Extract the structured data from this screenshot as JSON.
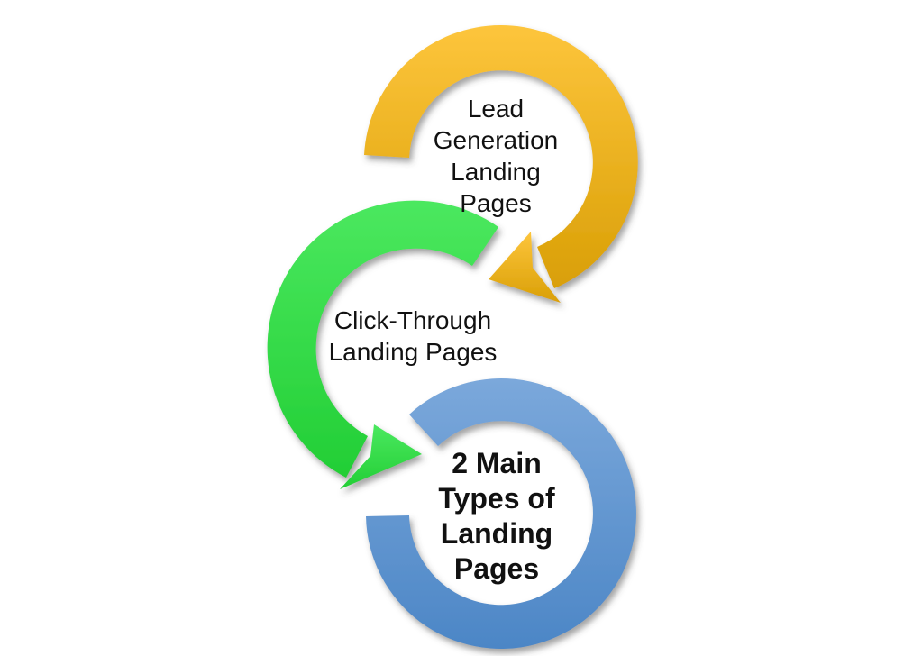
{
  "diagram": {
    "background_color": "#ffffff",
    "text_color": "#111111",
    "shadow_color": "#4a4a4a",
    "nodes": [
      {
        "id": "lead-generation-landing-pages",
        "label": "Lead Generation Landing Pages",
        "lines": [
          "Lead",
          "Generation",
          "Landing",
          "Pages"
        ],
        "shape": "circular-arrow",
        "color_light": "#FDC53C",
        "color_dark": "#D99F06"
      },
      {
        "id": "click-through-landing-pages",
        "label": "Click-Through Landing Pages",
        "lines": [
          "Click-Through",
          "Landing Pages"
        ],
        "shape": "circular-arrow",
        "color_light": "#4BE85F",
        "color_dark": "#22CE35"
      },
      {
        "id": "two-main-types-of-landing-pages",
        "label": "2 Main Types of Landing Pages",
        "lines": [
          "2 Main",
          "Types of",
          "Landing",
          "Pages"
        ],
        "shape": "open-ring",
        "color_light": "#7BA8DB",
        "color_dark": "#4C86C6"
      }
    ]
  }
}
